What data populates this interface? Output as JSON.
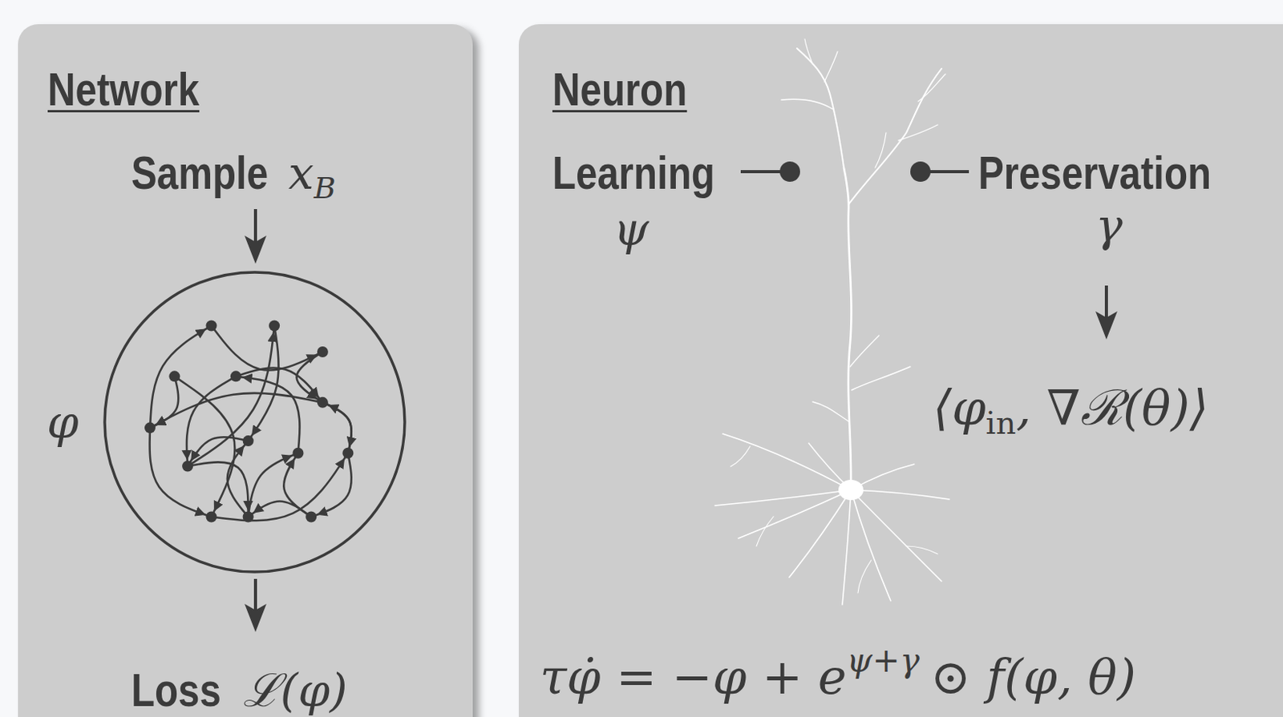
{
  "diagram": {
    "nodes": [
      {
        "text": [
          "Network"
        ]
      },
      {
        "text": [
          "φ"
        ],
        "in": 0
      },
      {
        "text": [
          "Neuron"
        ]
      }
    ],
    "labels": [
      "Sample",
      "x",
      "B",
      "Loss",
      "ℒ(φ)",
      "Learning",
      "ψ",
      "Preservation",
      "γ",
      "⟨φ",
      "in",
      ", ∇ℛ(θ)⟩",
      "τφ̇ = −φ + e",
      "ψ+γ",
      "⊙ f(φ, θ)"
    ]
  }
}
